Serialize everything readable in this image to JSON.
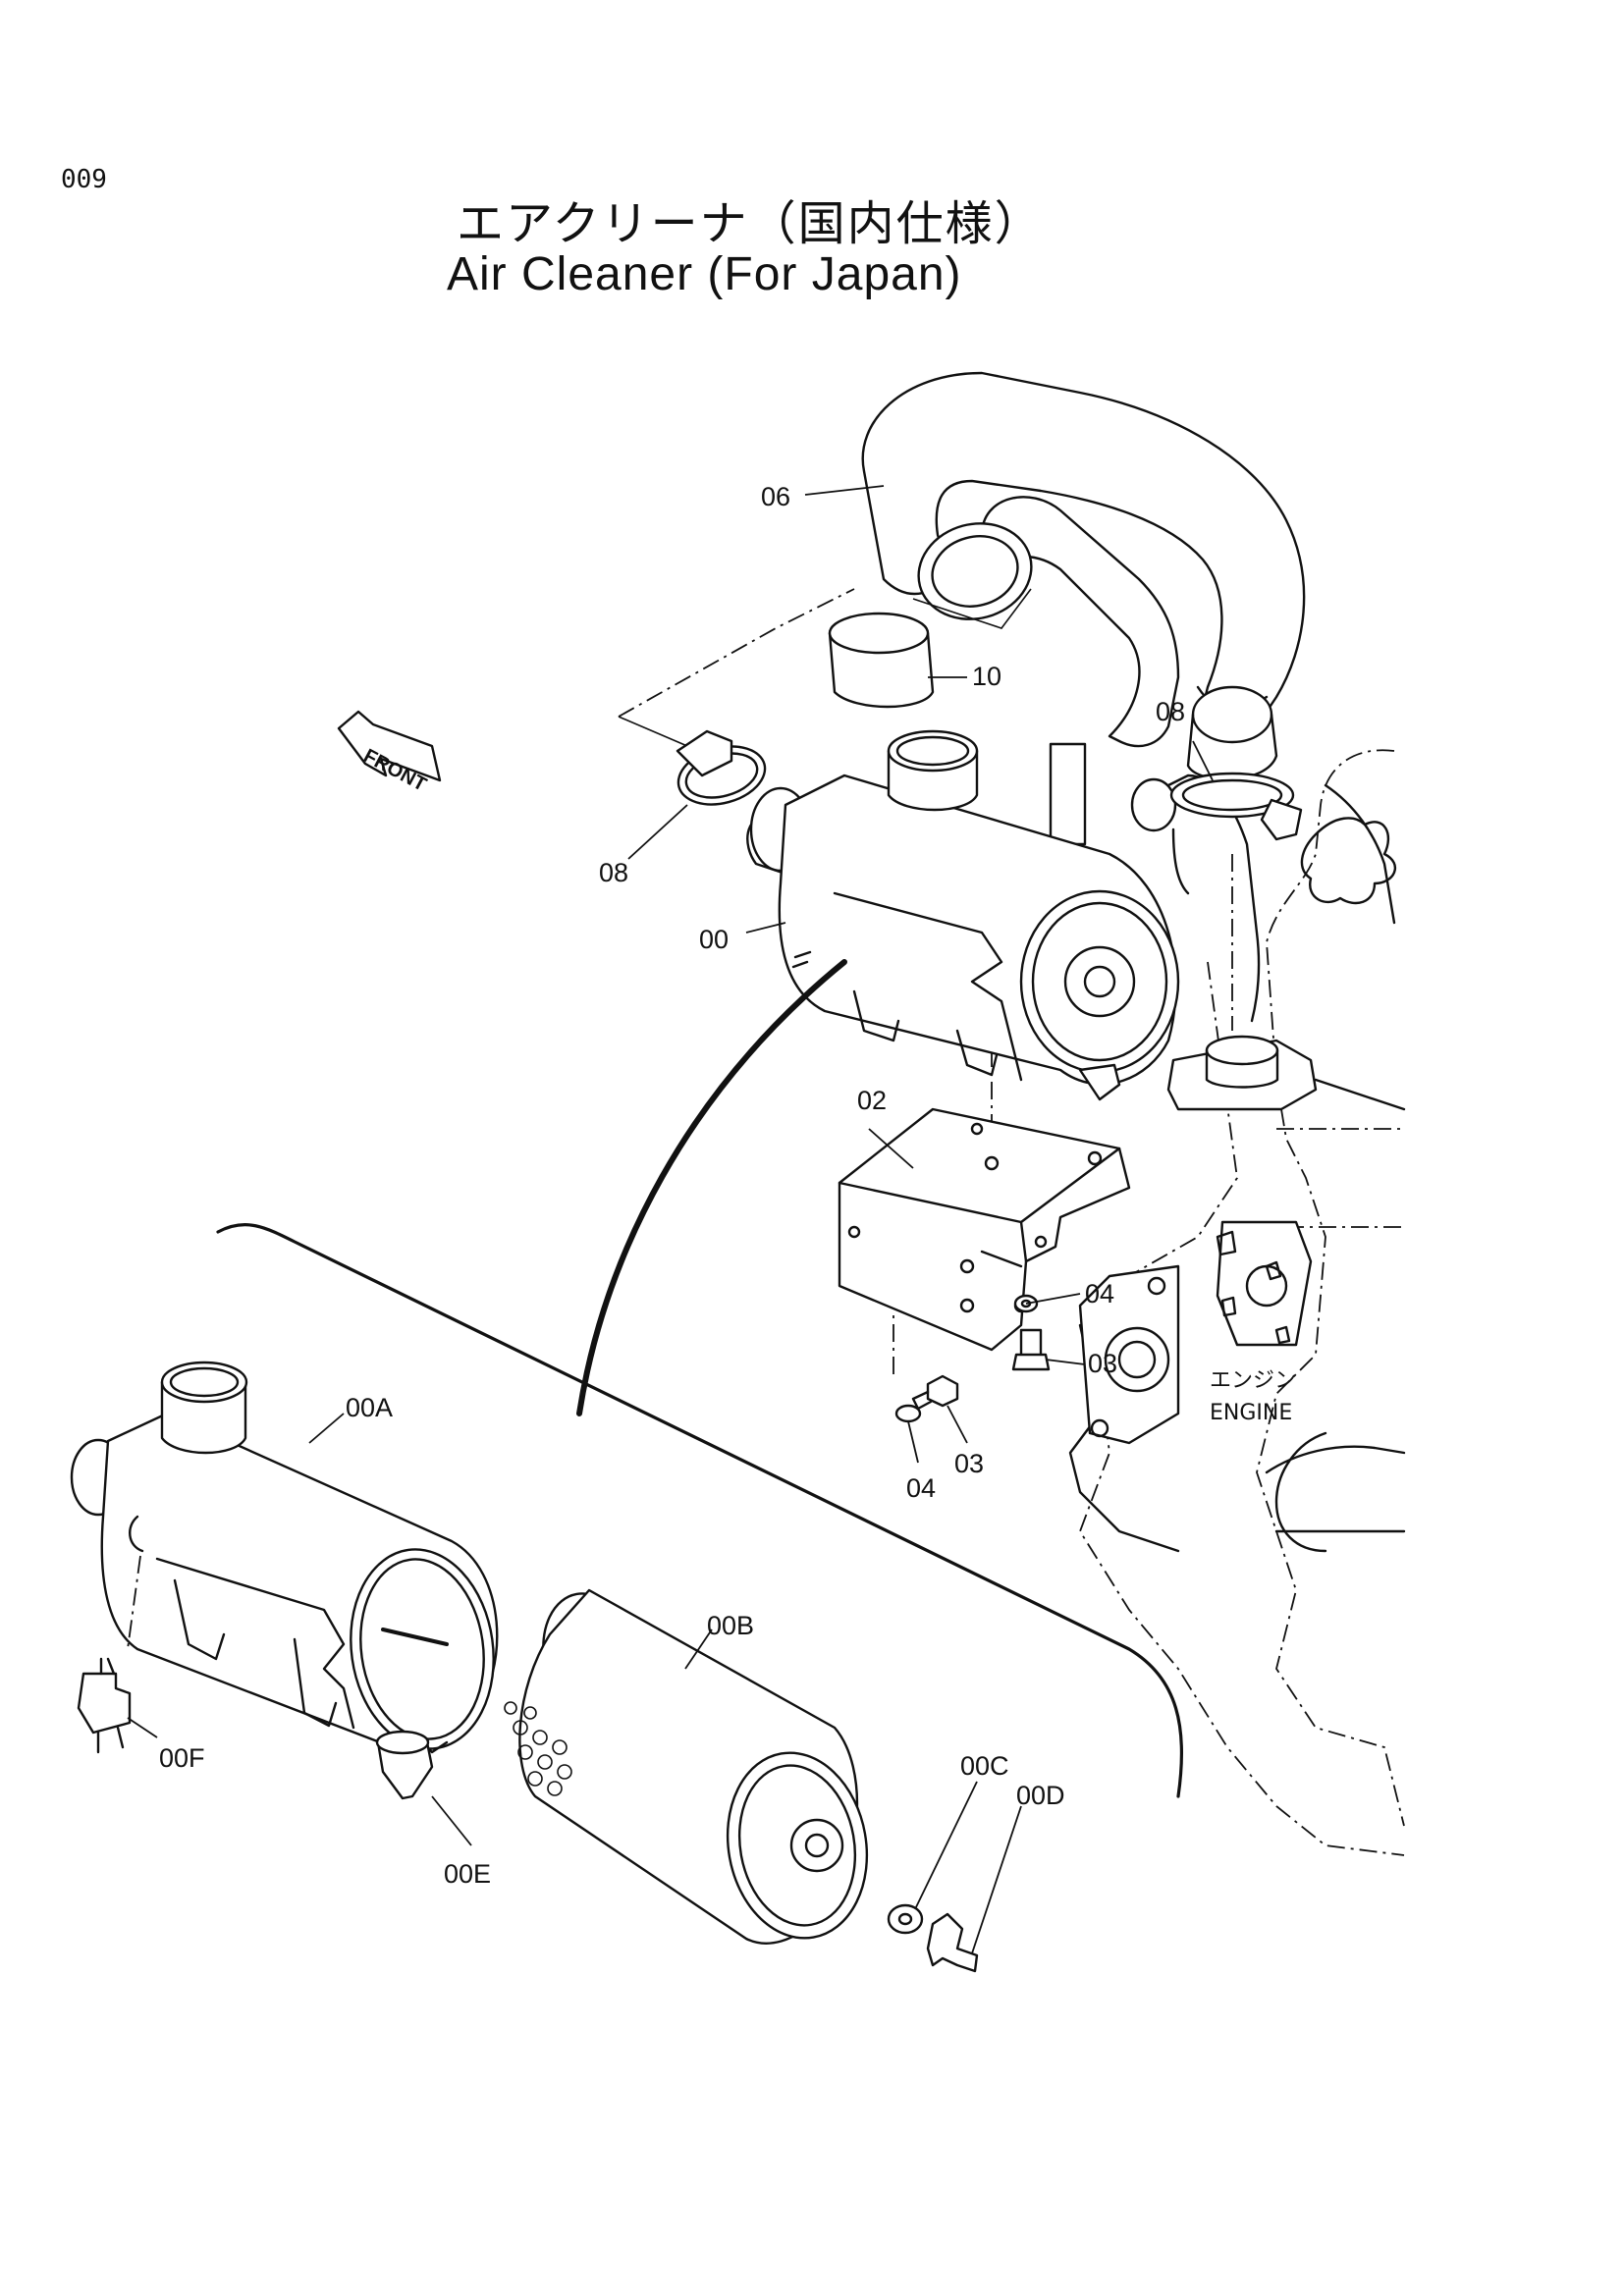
{
  "page_number": "009",
  "title_jp": "エアクリーナ（国内仕様）",
  "title_en": "Air Cleaner (For Japan)",
  "front_label": "FRONT",
  "engine_label_jp": "エンジン",
  "engine_label_en": "ENGINE",
  "callouts": {
    "c06": "06",
    "c10": "10",
    "c08a": "08",
    "c08b": "08",
    "c00": "00",
    "c02": "02",
    "c04a": "04",
    "c03a": "03",
    "c03b": "03",
    "c04b": "04",
    "c00a": "00A",
    "c00b": "00B",
    "c00c": "00C",
    "c00d": "00D",
    "c00e": "00E",
    "c00f": "00F"
  }
}
